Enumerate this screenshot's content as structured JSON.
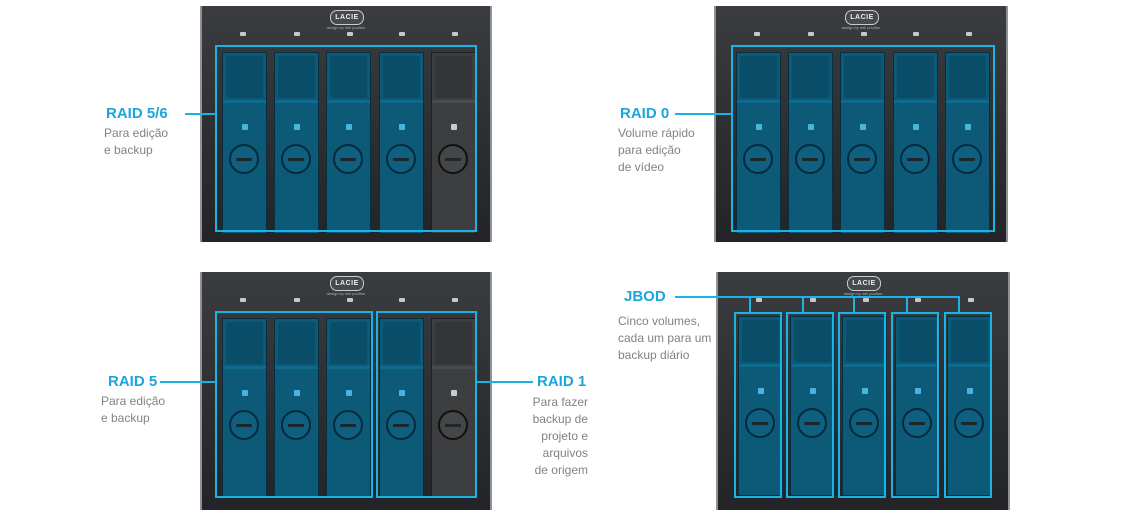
{
  "brand": {
    "logo_text": "LACIE",
    "tagline": "design by neil poulton"
  },
  "icons": {
    "led": "led-indicator",
    "lock": "lock-icon",
    "knob": "drive-release-knob"
  },
  "colors": {
    "accent": "#19b3e6",
    "drive_blue": "#0d5a78",
    "drive_gray": "#3d3e40",
    "chassis": "#2b2d30"
  },
  "panels": [
    {
      "title": "RAID 5/6",
      "desc": [
        "Para edição",
        "e backup"
      ]
    },
    {
      "title": "RAID 0",
      "desc": [
        "Volume rápido",
        "para edição",
        "de vídeo"
      ]
    },
    {
      "title": "RAID 5",
      "desc": [
        "Para edição",
        "e backup"
      ]
    },
    {
      "title": "RAID 1",
      "desc": [
        "Para fazer",
        "backup de",
        "projeto e",
        "arquivos",
        "de origem"
      ]
    },
    {
      "title": "JBOD",
      "desc": [
        "Cinco volumes,",
        "cada um para um",
        "backup diário"
      ]
    }
  ]
}
